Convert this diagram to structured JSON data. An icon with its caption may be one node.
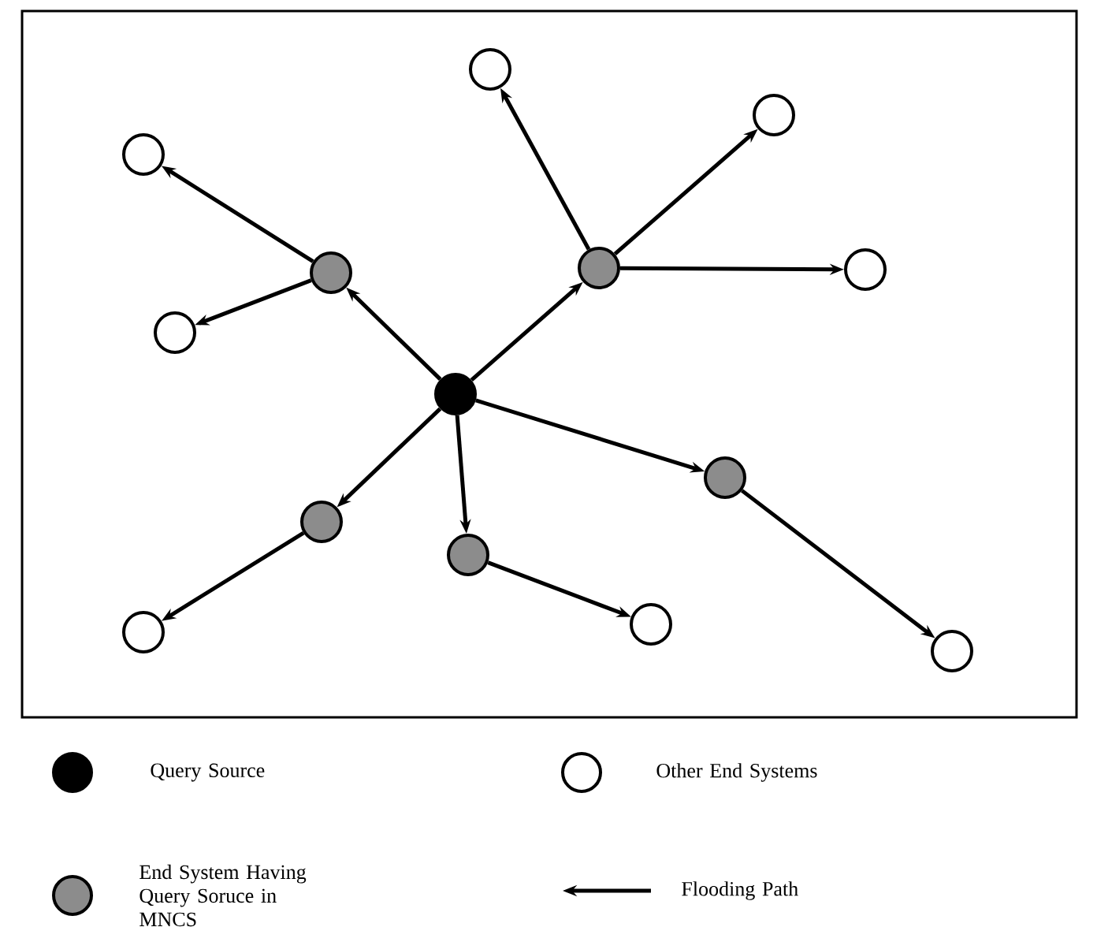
{
  "diagram": {
    "nodes": [
      {
        "text": [],
        "shape": "circle"
      },
      {
        "text": [],
        "shape": "circle"
      },
      {
        "text": [],
        "shape": "circle"
      },
      {
        "text": [],
        "shape": "circle"
      },
      {
        "text": [],
        "shape": "circle"
      },
      {
        "text": [],
        "shape": "circle"
      },
      {
        "text": [],
        "shape": "circle"
      },
      {
        "text": [],
        "shape": "circle"
      },
      {
        "text": [],
        "shape": "circle"
      },
      {
        "text": [],
        "shape": "circle"
      },
      {
        "text": [],
        "shape": "circle"
      },
      {
        "text": [],
        "shape": "circle"
      },
      {
        "text": [],
        "shape": "circle"
      },
      {
        "text": [],
        "shape": "circle"
      }
    ],
    "edges": [
      {
        "from": 0,
        "to": 1,
        "arrow": "to"
      },
      {
        "from": 0,
        "to": 2,
        "arrow": "to"
      },
      {
        "from": 0,
        "to": 3,
        "arrow": "to"
      },
      {
        "from": 0,
        "to": 4,
        "arrow": "to"
      },
      {
        "from": 0,
        "to": 5,
        "arrow": "to"
      },
      {
        "from": 1,
        "to": 6,
        "arrow": "to"
      },
      {
        "from": 1,
        "to": 7,
        "arrow": "to"
      },
      {
        "from": 2,
        "to": 8,
        "arrow": "to"
      },
      {
        "from": 2,
        "to": 9,
        "arrow": "to"
      },
      {
        "from": 2,
        "to": 10,
        "arrow": "to"
      },
      {
        "from": 3,
        "to": 11,
        "arrow": "to"
      },
      {
        "from": 5,
        "to": 12,
        "arrow": "to"
      },
      {
        "from": 4,
        "to": 13,
        "arrow": "to"
      }
    ],
    "legend": [
      {
        "text": "Query Source",
        "color": "#000000"
      },
      {
        "text": "Other End Systems"
      },
      {
        "text": "End System Having Query Soruce in MNCS",
        "color": "#8c8c8c"
      },
      {
        "text": "Flooding Path"
      }
    ]
  }
}
